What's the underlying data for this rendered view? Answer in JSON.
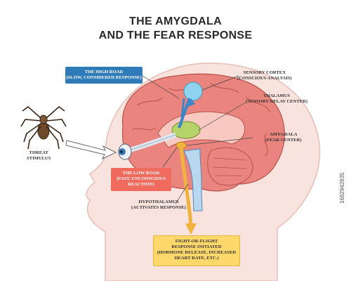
{
  "title": {
    "line1": "THE AMYGDALA",
    "line2": "AND THE FEAR RESPONSE"
  },
  "labels": {
    "high_road": {
      "line1": "THE HIGH ROAD",
      "line2": "(SLOW, CONSIDERED RESPONSE)"
    },
    "sensory_cortex": {
      "line1": "SENSORY CORTEX",
      "line2": "(CONSCIOUS ANALYSIS)"
    },
    "thalamus": {
      "line1": "THALAMUS",
      "line2": "(SENSORY RELAY CENTER)"
    },
    "amygdala": {
      "line1": "AMYGDALA",
      "line2": "(FEAR CENTER)"
    },
    "threat_stimulus": {
      "line1": "THREAT",
      "line2": "STIMULUS"
    },
    "low_road": {
      "line1": "THE LOW ROAD",
      "line2": "(FAST, UNCONSCIOUS",
      "line3": "REACTION)"
    },
    "hypothalamus": {
      "line1": "HYPOTHALAMUS",
      "line2": "(ACTIVATES RESPONSE)"
    },
    "fight_or_flight": {
      "line1": "FIGHT-OR-FLIGHT",
      "line2": "RESPONSE INITIATED",
      "line3": "(HORMONE RELEASE, INCREASED",
      "line4": "HEART RATE, ETC.)"
    }
  },
  "watermark_id": "1682942835",
  "colors": {
    "high_road_box": "#2f7ab8",
    "low_road_box": "#f06b5e",
    "fight_box": "#ffd86b",
    "brain": "#e9857e",
    "head_skin": "#f9e3df"
  },
  "icons": [
    "spider-icon",
    "eye-icon",
    "brain-icon",
    "arrow-icon"
  ]
}
